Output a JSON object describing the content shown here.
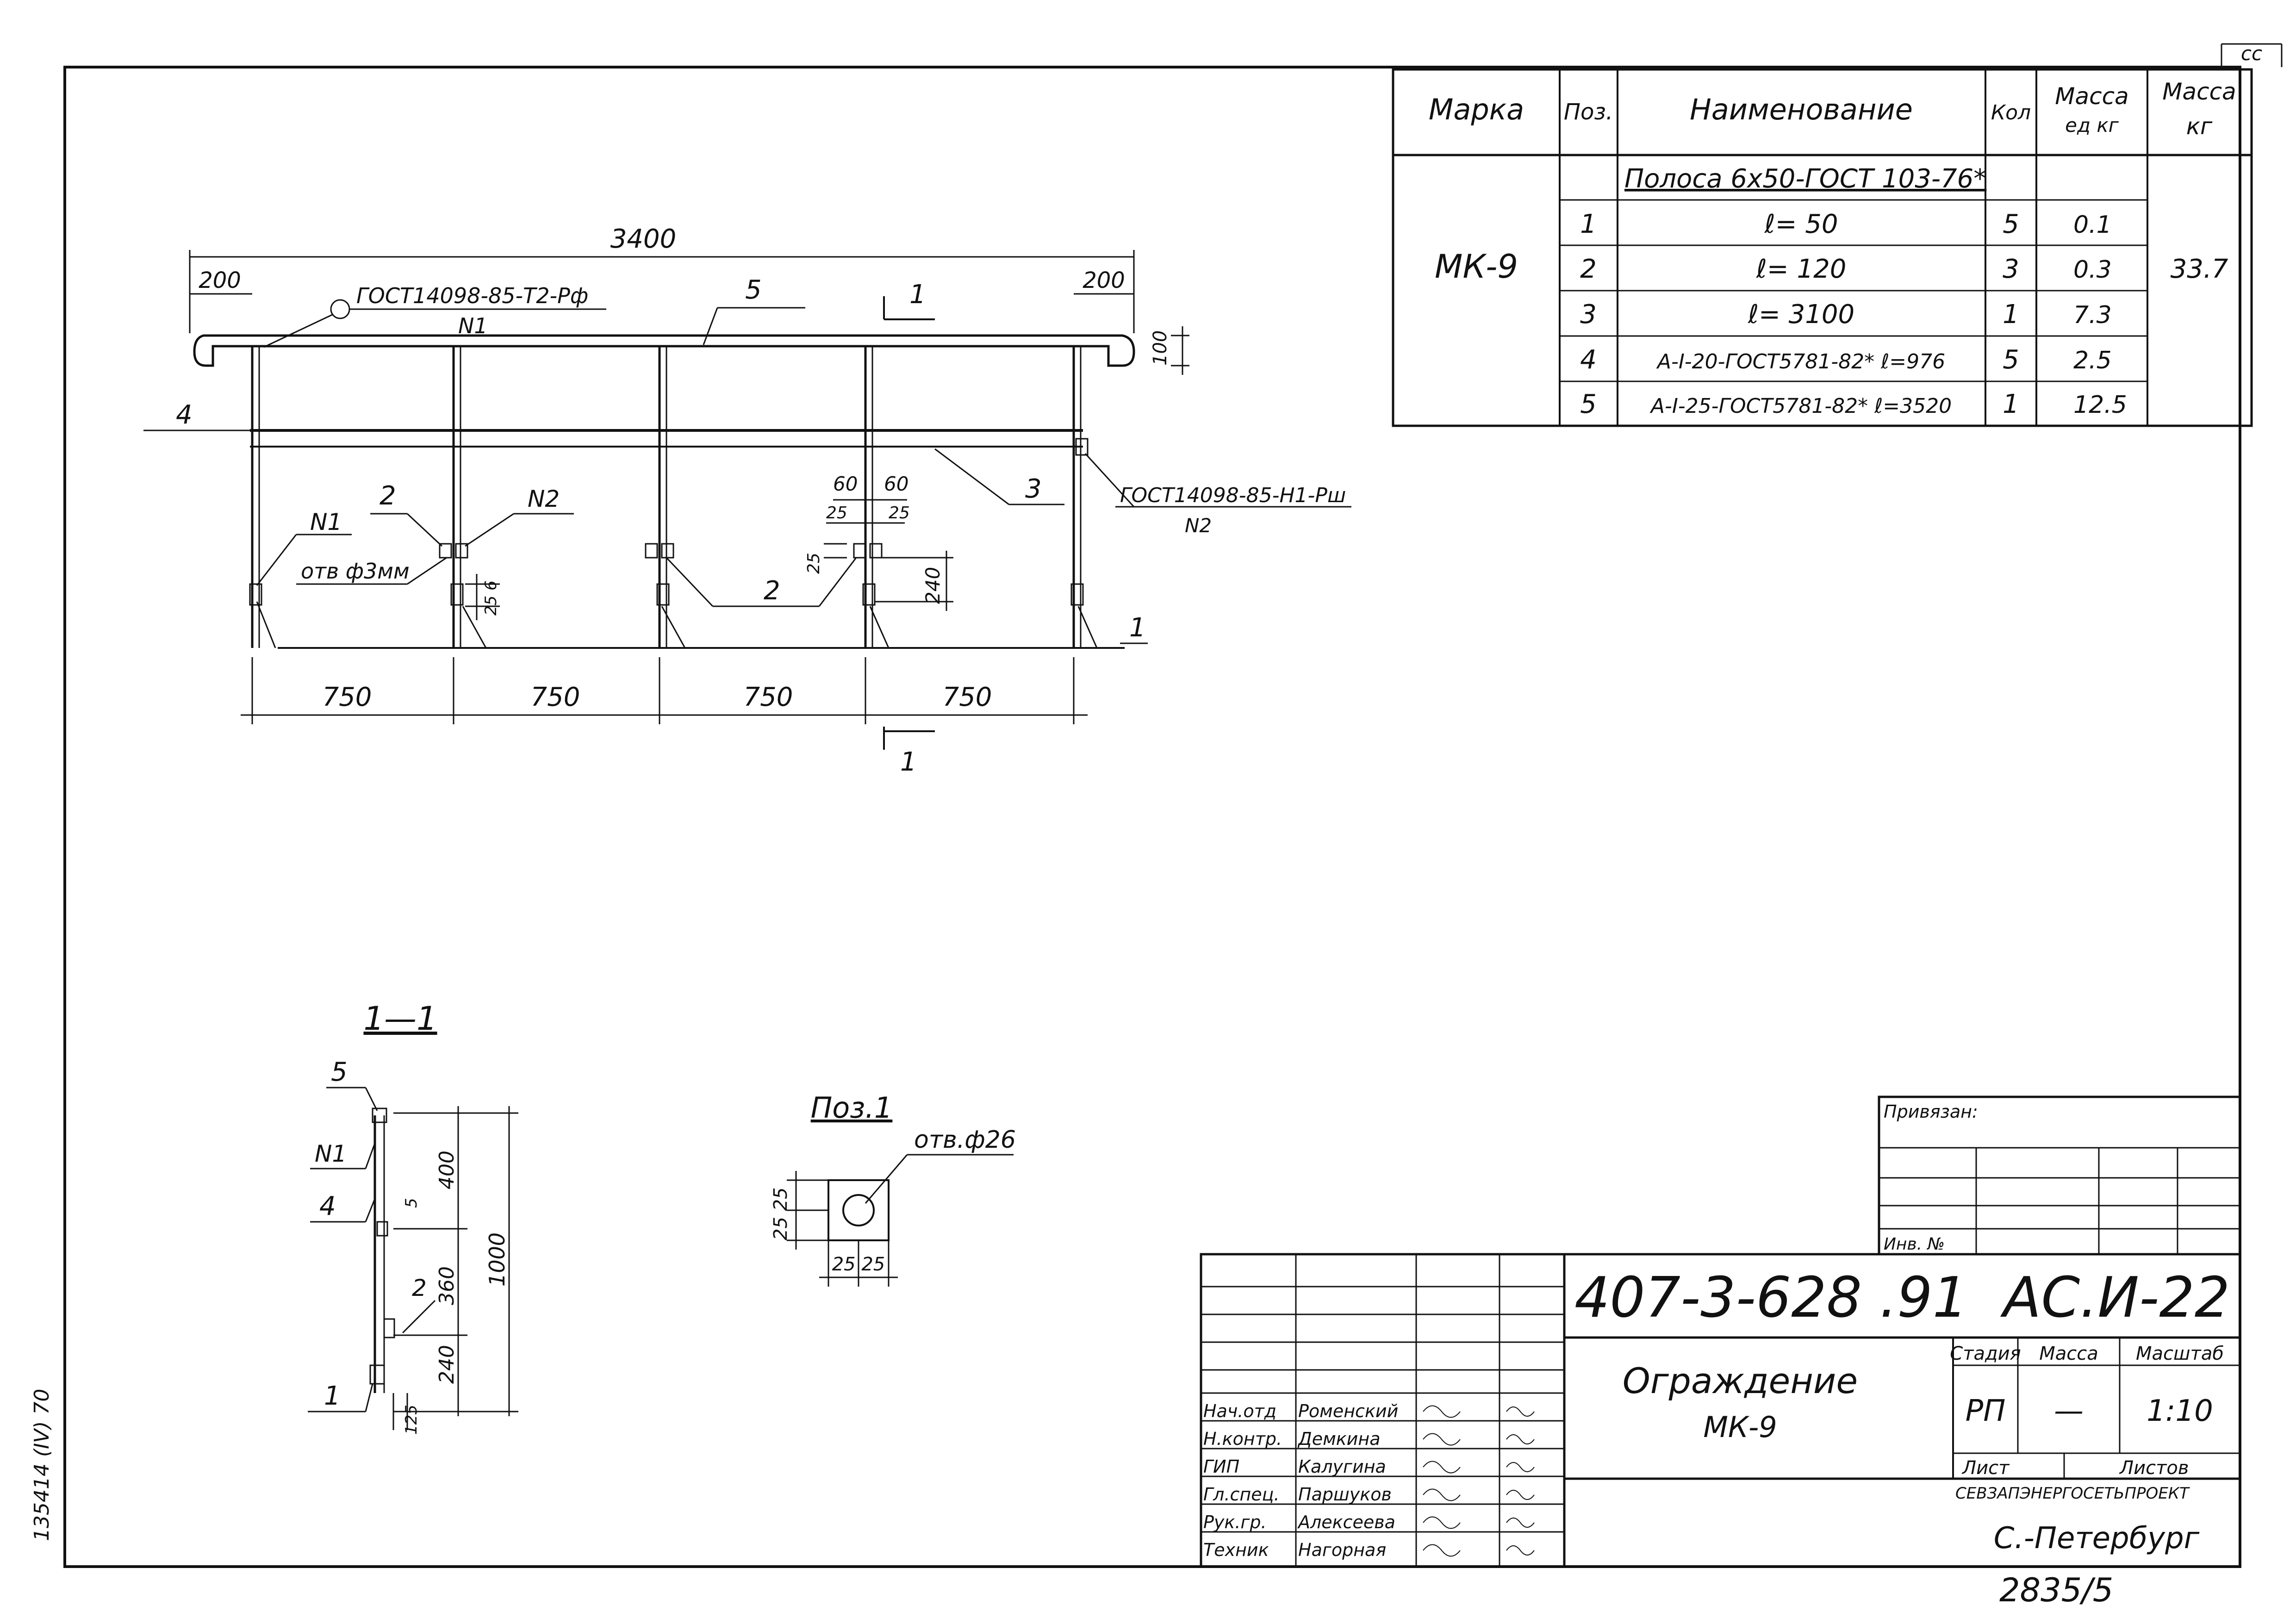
{
  "sheet_marks": {
    "corner": "cc",
    "bottom": "2835/5"
  },
  "spec_table": {
    "headers": [
      "Марка",
      "Поз.",
      "Наименование",
      "Кол",
      "Масса ед кг",
      "Масса кг"
    ],
    "mark": "МК-9",
    "total_mass": "33.7",
    "material": "Полоса 6х50-ГОСТ 103-76*",
    "rows": [
      {
        "pos": "1",
        "name": "ℓ= 50",
        "qty": "5",
        "mass": "0.1"
      },
      {
        "pos": "2",
        "name": "ℓ= 120",
        "qty": "3",
        "mass": "0.3"
      },
      {
        "pos": "3",
        "name": "ℓ= 3100",
        "qty": "1",
        "mass": "7.3"
      },
      {
        "pos": "4",
        "name": "А-I-20-ГОСТ5781-82* ℓ=976",
        "qty": "5",
        "mass": "2.5"
      },
      {
        "pos": "5",
        "name": "А-I-25-ГОСТ5781-82* ℓ=3520",
        "qty": "1",
        "mass": "12.5"
      }
    ]
  },
  "front_view": {
    "overall_dim": "3400",
    "end_dim_left": "200",
    "end_dim_right": "200",
    "height_dim": "100",
    "weld_note_top": "ГОСТ14098-85-Т2-Рф",
    "weld_note_top_sub": "N1",
    "weld_note_right": "ГОСТ14098-85-Н1-Рш",
    "weld_note_right_sub": "N2",
    "pos_labels": {
      "p1": "1",
      "p2a": "2",
      "p2b": "2",
      "p3": "3",
      "p4": "4",
      "p5": "5"
    },
    "n1": "N1",
    "n2": "N2",
    "hole_note": "отв ф3мм",
    "detail_dims": {
      "d60a": "60",
      "d60b": "60",
      "d25a": "25",
      "d25b": "25",
      "d25c": "25",
      "d240": "240",
      "d25_6": "25 6"
    },
    "spacing": [
      "750",
      "750",
      "750",
      "750"
    ],
    "section_mark": "1"
  },
  "section_view": {
    "title": "1—1",
    "labels": {
      "p5": "5",
      "n1": "N1",
      "p4": "4",
      "p2": "2",
      "p1": "1",
      "d5": "5"
    },
    "dims": {
      "d400": "400",
      "d360": "360",
      "d240": "240",
      "d1000": "1000",
      "d125": "125"
    }
  },
  "detail_view": {
    "title": "Поз.1",
    "hole": "отв.ф26",
    "dims_left": "25 25",
    "dims_bottom": "25 25"
  },
  "binding_block": {
    "title": "Привязан:",
    "inv": "Инв. №"
  },
  "title_block": {
    "doc_code": "407-3-628 .91  АС.И-22",
    "drawing_title": "Ограждение",
    "drawing_subtitle": "МК-9",
    "stage_label": "Стадия",
    "mass_label": "Масса",
    "scale_label": "Масштаб",
    "stage": "РП",
    "mass": "—",
    "scale": "1:10",
    "sheet_label": "Лист",
    "sheets_label": "Листов",
    "organization": "СЕВЗАПЭНЕРГОСЕТЬПРОЕКТ",
    "city": "С.-Петербург",
    "people": [
      {
        "role": "Нач.отд",
        "name": "Роменский"
      },
      {
        "role": "Н.контр.",
        "name": "Демкина"
      },
      {
        "role": "ГИП",
        "name": "Калугина"
      },
      {
        "role": "Гл.спец.",
        "name": "Паршуков"
      },
      {
        "role": "Рук.гр.",
        "name": "Алексеева"
      },
      {
        "role": "Техник",
        "name": "Нагорная"
      }
    ]
  },
  "side_stamp": "135414 (IV) 70"
}
